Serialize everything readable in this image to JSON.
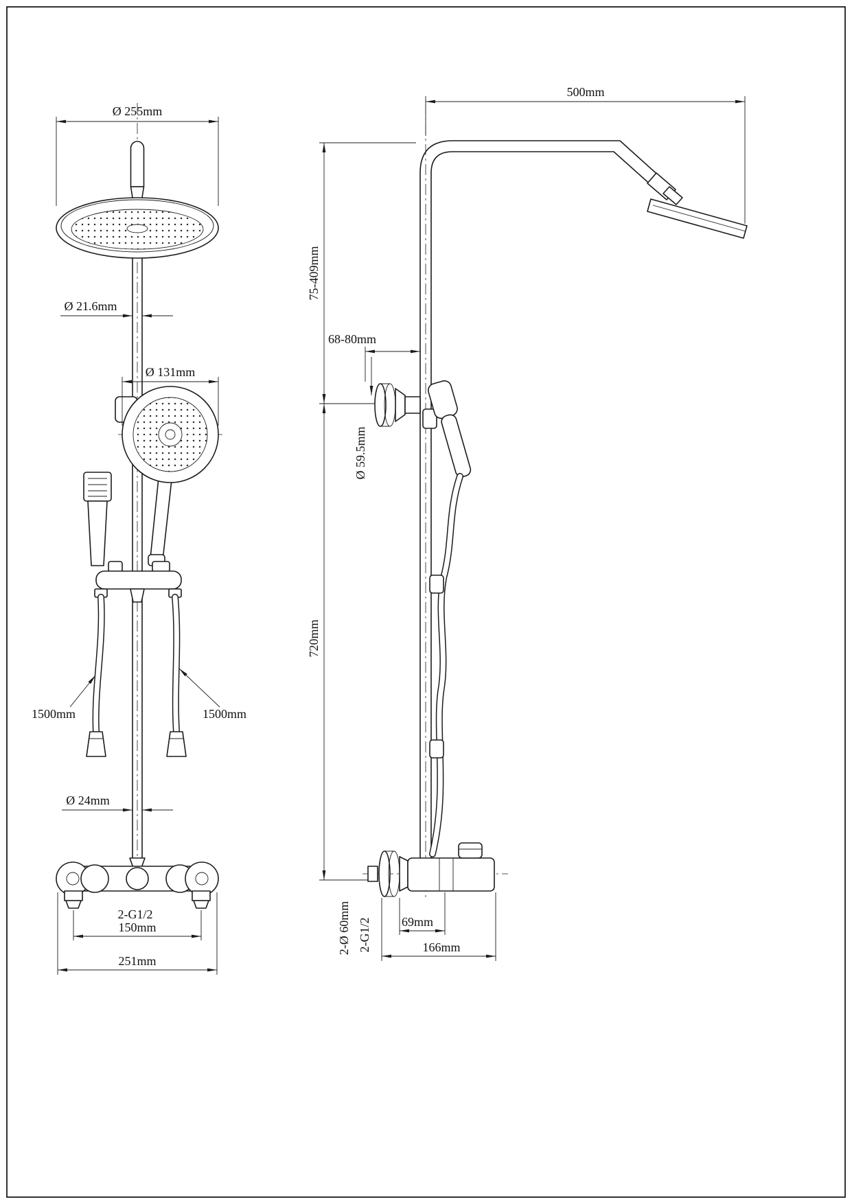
{
  "drawing": {
    "front_view": {
      "head_diameter": "Ø 255mm",
      "pipe_diameter": "Ø 21.6mm",
      "hand_shower_diameter": "Ø 131mm",
      "hose_left_length": "1500mm",
      "hose_right_length": "1500mm",
      "riser_diameter": "Ø 24mm",
      "inlet_thread": "2-G1/2",
      "inlet_spacing": "150mm",
      "valve_width": "251mm"
    },
    "side_view": {
      "arm_length": "500mm",
      "upper_height_range": "75-409mm",
      "bracket_offset_range": "68-80mm",
      "bracket_diameter": "Ø 59.5mm",
      "lower_height": "720mm",
      "escutcheon_diameter": "2-Ø 60mm",
      "connection_thread": "2-G1/2",
      "valve_center_offset": "69mm",
      "valve_total_depth": "166mm"
    }
  }
}
